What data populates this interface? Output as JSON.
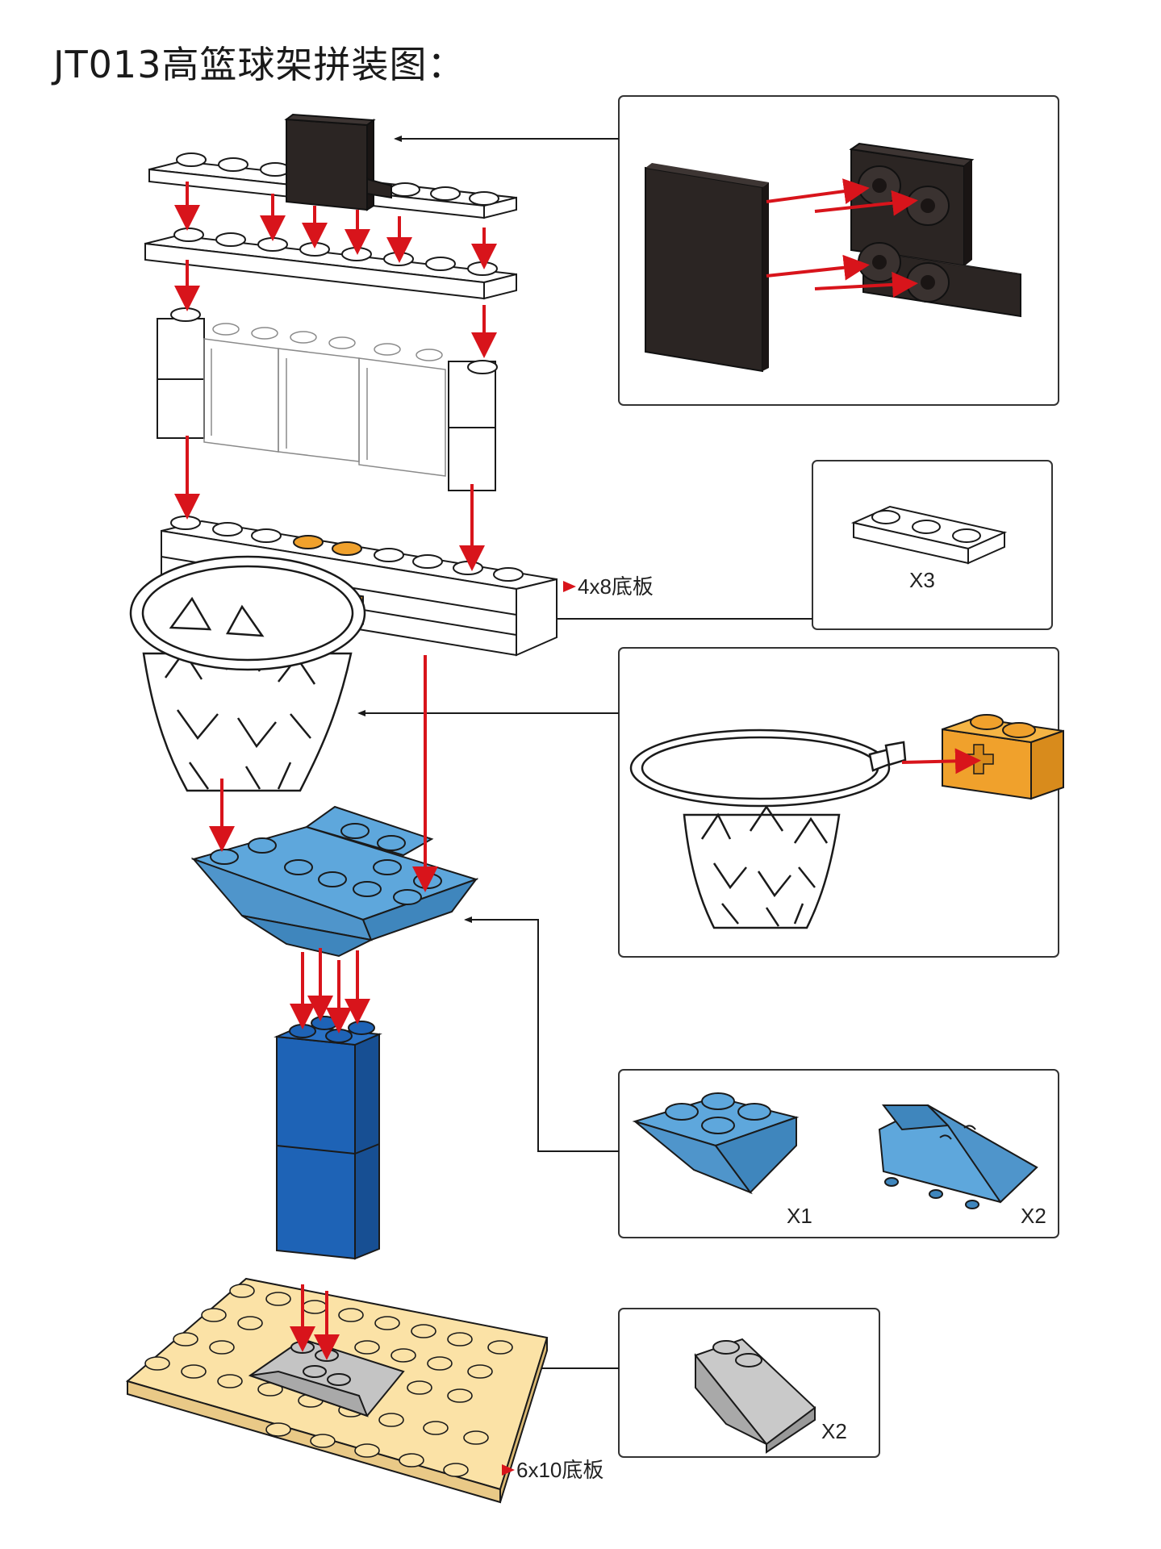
{
  "title": "JT013高篮球架拼装图：",
  "labels": {
    "baseplate_4x8": "4x8底板",
    "baseplate_6x10": "6x10底板"
  },
  "callouts": {
    "plate_1x3_qty": "X3",
    "slope_inverted_qty": "X1",
    "slope_small_qty": "X2",
    "slope_grey_qty": "X2"
  },
  "colors": {
    "outline": "#1a1a1a",
    "arrow_red": "#d8141b",
    "backboard_dark": "#2b2523",
    "orange": "#f0a12c",
    "light_blue": "#5ea7dc",
    "dark_blue": "#1e63b6",
    "tan": "#fbe2a6",
    "grey": "#c4c4c4"
  }
}
